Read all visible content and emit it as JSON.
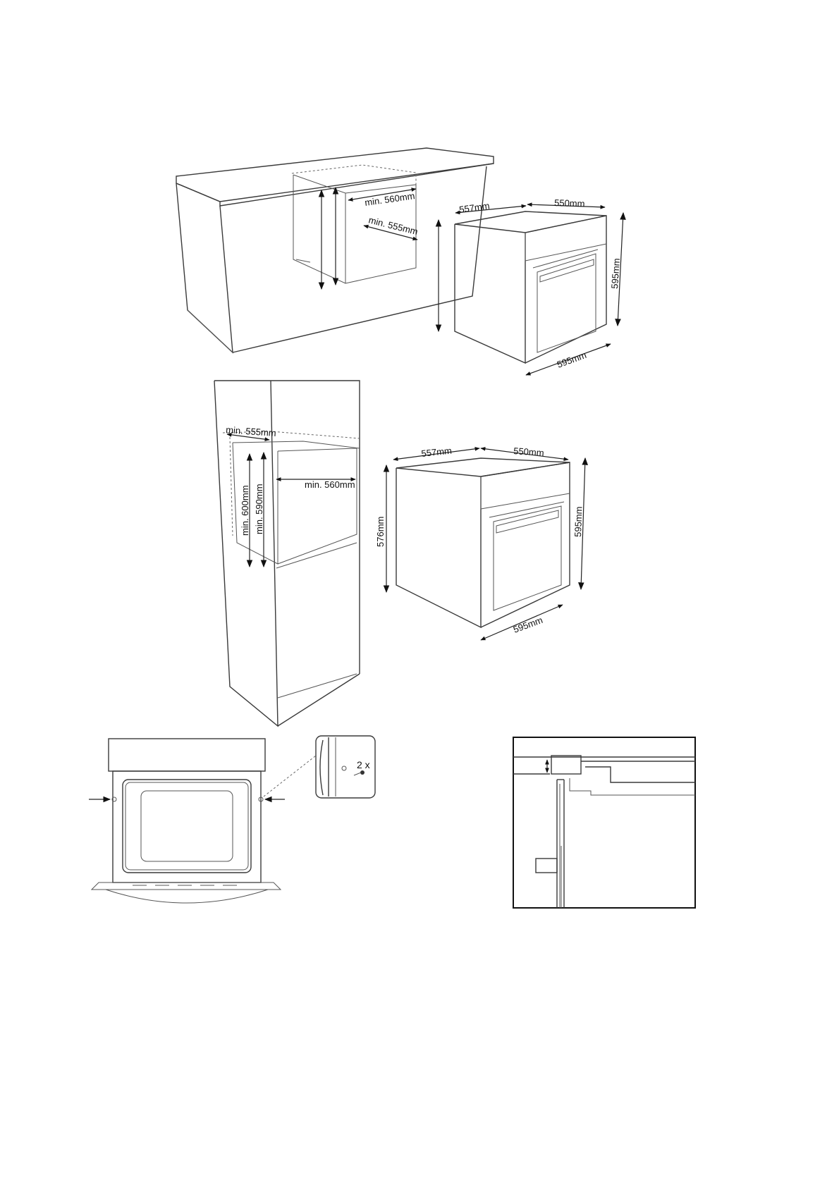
{
  "figure1": {
    "niche_height": "min. 560mm",
    "niche_depth": "min. 555mm",
    "oven_depth": "557mm",
    "oven_width_top": "550mm",
    "oven_height": "595mm",
    "oven_width": "595mm"
  },
  "figure2": {
    "niche_depth": "min. 555mm",
    "niche_width": "min. 560mm",
    "niche_height_outer": "min. 600mm",
    "niche_height_inner": "min. 590mm",
    "oven_depth": "557mm",
    "oven_width_top": "550mm",
    "oven_body_height": "576mm",
    "oven_height": "595mm",
    "oven_width": "595mm"
  },
  "figure3": {
    "screw_count": "2 x"
  }
}
